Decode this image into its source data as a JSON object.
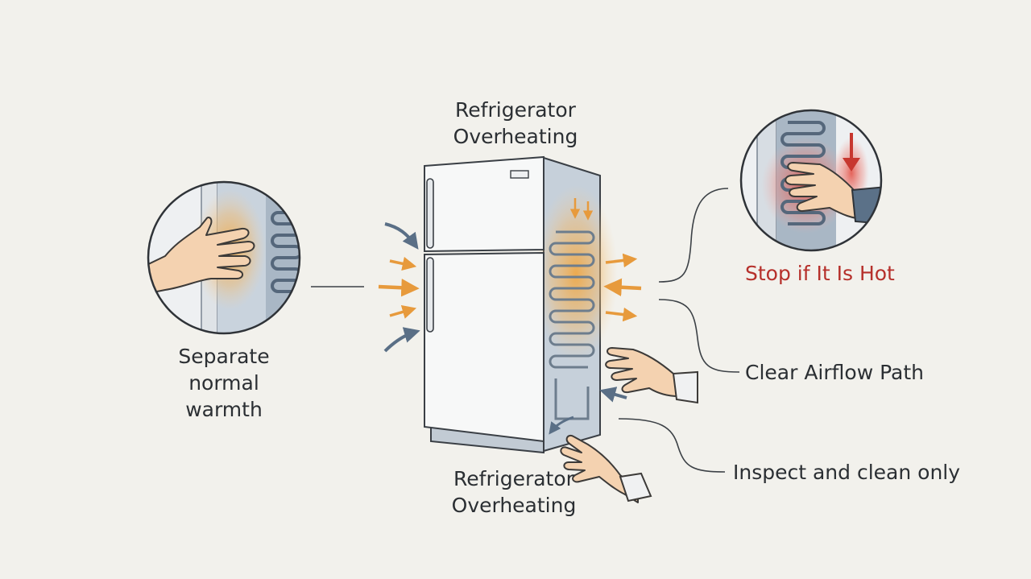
{
  "diagram": {
    "title_top": [
      "Refrigerator",
      "Overheating"
    ],
    "title_bottom": [
      "Refrigerator",
      "Overheating"
    ],
    "left_callout": [
      "Separate",
      "normal",
      "warmth"
    ],
    "callouts": {
      "stop": "Stop if It Is Hot",
      "airflow": "Clear Airflow Path",
      "inspect": "Inspect and clean only"
    }
  },
  "colors": {
    "background": "#f2f1ec",
    "ink": "#2b2f33",
    "warning_red": "#b6302b",
    "heat_orange": "#e79a3c",
    "air_blue": "#5a6f86",
    "skin": "#f4d2b0"
  },
  "icons": [
    "hand-icon",
    "coil-icon",
    "airflow-arrow-icon",
    "heat-arrow-icon",
    "down-arrow-icon"
  ]
}
